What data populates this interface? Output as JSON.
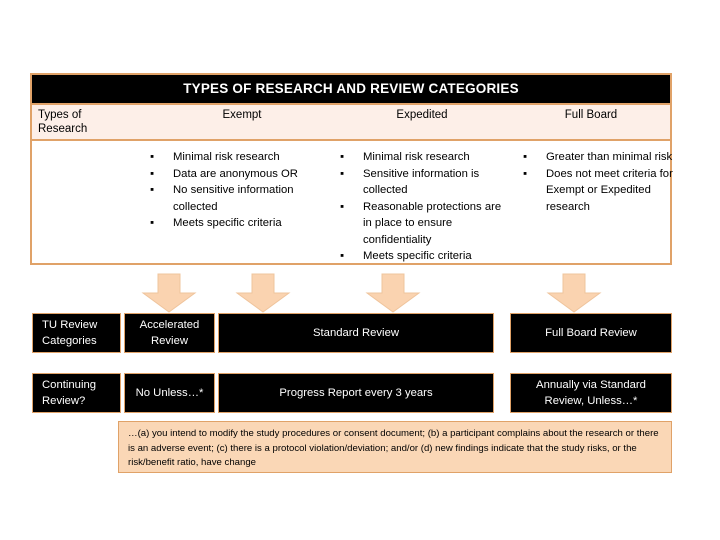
{
  "table": {
    "title": "TYPES OF RESEARCH AND REVIEW CATEGORIES",
    "headers": {
      "row_label": "Types of Research",
      "exempt": "Exempt",
      "expedited": "Expedited",
      "full_board": "Full Board"
    },
    "columns": {
      "exempt_bullets": [
        "Minimal risk research",
        "Data are anonymous OR",
        "No sensitive information collected",
        "Meets specific criteria"
      ],
      "expedited_bullets": [
        "Minimal risk research",
        "Sensitive information is collected",
        "Reasonable protections are in place to ensure confidentiality",
        "Meets specific criteria"
      ],
      "full_board_bullets": [
        "Greater than minimal risk",
        "Does not meet criteria for Exempt or Expedited research"
      ]
    }
  },
  "review_categories": {
    "row_label": "TU Review Categories",
    "cells": [
      "Accelerated Review",
      "Standard Review",
      "Full Board Review"
    ]
  },
  "continuing_review": {
    "row_label": "Continuing Review?",
    "cells": [
      "No Unless…*",
      "Progress Report every 3 years",
      "Annually via Standard Review, Unless…*"
    ]
  },
  "footnote": {
    "text": "…(a) you intend to modify the study procedures or consent document; (b) a participant complains about the research or there is an adverse event; (c) there is a protocol violation/deviation; and/or (d) new findings indicate that the study risks, or the risk/benefit ratio, have change"
  },
  "icons": {
    "arrow": "down-arrow-icon"
  },
  "colors": {
    "accent_border": "#E0A268",
    "header_fill": "#FDEFE8",
    "arrow_fill": "#FAD3B0",
    "footnote_fill": "#FAD7B6",
    "box_fill": "#000000",
    "box_text": "#FFFFFF"
  }
}
